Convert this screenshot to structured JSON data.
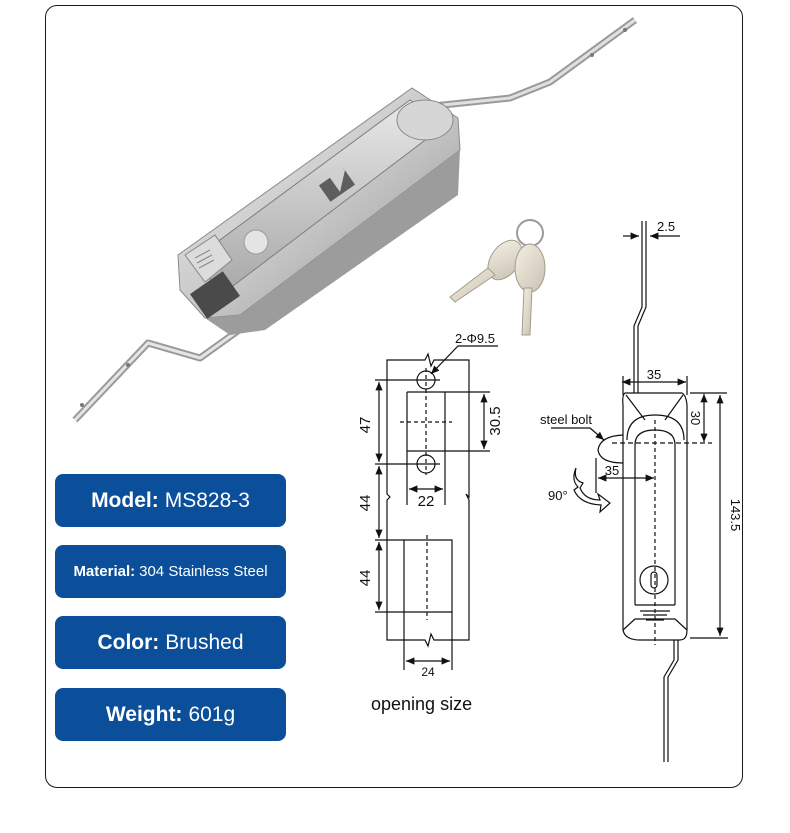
{
  "product_image": {
    "subject": "stainless steel rod control latch with two keys",
    "icon": "latch-photo"
  },
  "specs": [
    {
      "key": "Model:",
      "value": "MS828-3"
    },
    {
      "key": "Material:",
      "value": "304 Stainless Steel"
    },
    {
      "key": "Color:",
      "value": "Brushed"
    },
    {
      "key": "Weight:",
      "value": "601g"
    }
  ],
  "opening_drawing": {
    "caption": "opening size",
    "hole_label": "2-Φ9.5",
    "dims": {
      "hole_spacing": "47",
      "gap": "44",
      "lower_height": "44",
      "upper_width": "22",
      "upper_height": "30.5",
      "lower_width": "24"
    }
  },
  "side_drawing": {
    "bolt_label": "steel bolt",
    "rotation_label": "90°",
    "dims": {
      "rod_thickness": "2.5",
      "body_width": "35",
      "bolt_offset": "35",
      "top_height": "30",
      "total_height": "143.5"
    }
  },
  "colors": {
    "spec_bg": "#0b4f9b",
    "spec_text": "#ffffff",
    "line": "#111111"
  }
}
